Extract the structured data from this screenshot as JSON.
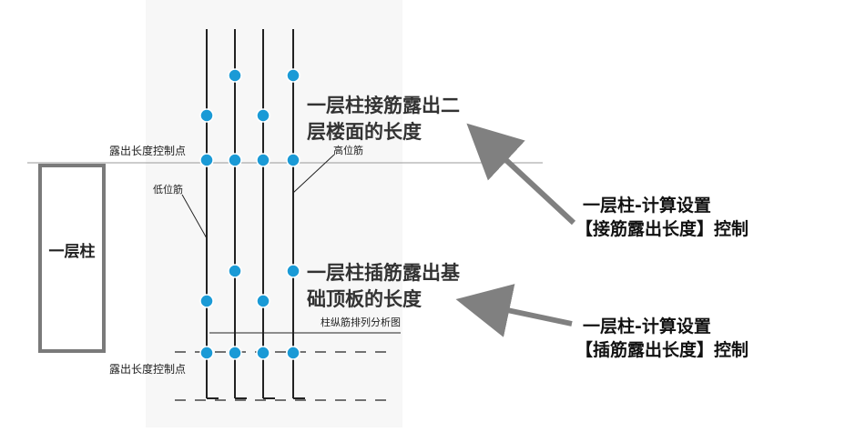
{
  "column_box_label": "一层柱",
  "control_point_upper": "露出长度控制点",
  "control_point_lower": "露出长度控制点",
  "low_rebar_label": "低位筋",
  "high_rebar_label": "高位筋",
  "rebar_analysis_caption": "柱纵筋排列分析图",
  "title_upper": {
    "line1": "一层柱接筋露出二",
    "line2": "层楼面的长度"
  },
  "title_lower": {
    "line1": "一层柱插筋露出基",
    "line2": "础顶板的长度"
  },
  "note_upper": {
    "line1": "一层柱-计算设置",
    "line2": "【接筋露出长度】控制"
  },
  "note_lower": {
    "line1": "一层柱-计算设置",
    "line2": "【插筋露出长度】控制"
  },
  "colors": {
    "node": "#1a9ad6",
    "arrow": "#808080",
    "line": "#222222",
    "box_border": "#7a7a7a"
  }
}
